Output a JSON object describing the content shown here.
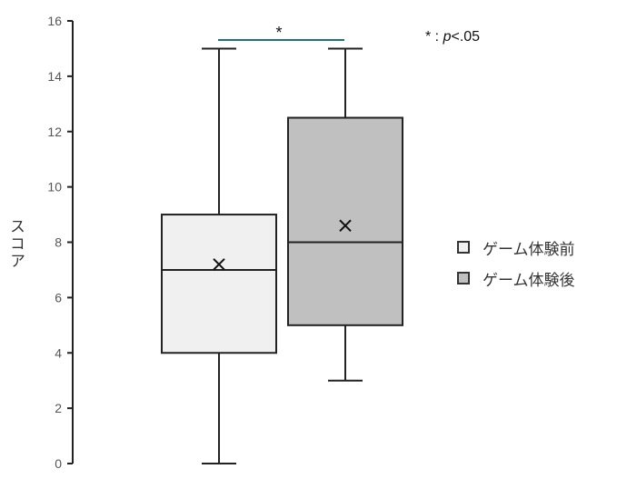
{
  "chart_data": {
    "type": "box",
    "title": "",
    "xlabel": "",
    "ylabel": "スコア",
    "ylim": [
      0,
      16
    ],
    "yticks": [
      0,
      2,
      4,
      6,
      8,
      10,
      12,
      14,
      16
    ],
    "grid": false,
    "legend_position": "right",
    "series": [
      {
        "name": "ゲーム体験前",
        "color": "#f0f0f0",
        "whisker_low": 0,
        "q1": 4,
        "median": 7,
        "q3": 9,
        "whisker_high": 15,
        "mean": 7.2
      },
      {
        "name": "ゲーム体験後",
        "color": "#c0c0c0",
        "whisker_low": 3,
        "q1": 5,
        "median": 8,
        "q3": 12.5,
        "whisker_high": 15,
        "mean": 8.6
      }
    ],
    "significance": {
      "marker": "*",
      "bracket_color": "#1f6f8b",
      "pairs": [
        "ゲーム体験前",
        "ゲーム体験後"
      ]
    },
    "annotation": {
      "star": "*",
      "sep": " : ",
      "p": "p",
      "rest": "<.05"
    }
  }
}
